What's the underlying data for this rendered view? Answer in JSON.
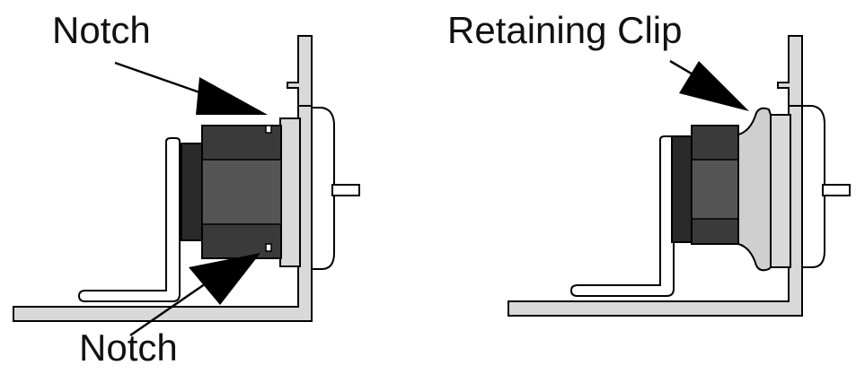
{
  "diagram": {
    "left_panel": {
      "labels": {
        "top_notch": "Notch",
        "bottom_notch": "Notch"
      }
    },
    "right_panel": {
      "labels": {
        "retaining_clip": "Retaining Clip"
      }
    }
  },
  "colors": {
    "outline": "#000000",
    "panel_gray": "#d9d9d9",
    "dark_body": "#3a3a3a",
    "darker_body": "#2a2a2a",
    "mid_body": "#555555",
    "white": "#ffffff",
    "clip_gray": "#cfcfcf"
  }
}
